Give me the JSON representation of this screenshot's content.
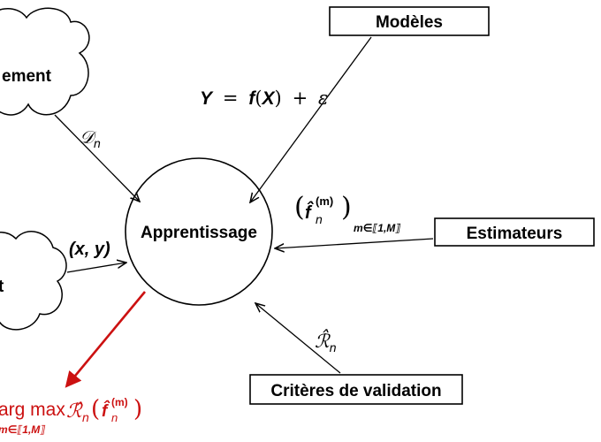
{
  "nodes": {
    "center": "Apprentissage",
    "models": "Modèles",
    "estimators": "Estimateurs",
    "criteria": "Critères de validation",
    "cloud_top_partial": "ement",
    "cloud_bottom_partial": "t"
  },
  "labels": {
    "model_eq_Y": "Y",
    "model_eq_eq": "=",
    "model_eq_f": "f",
    "model_eq_X": "X",
    "model_eq_plus": "+",
    "model_eq_eps": "ε",
    "data_D": "𝒟",
    "data_n": "n",
    "pair": "(x, y)",
    "est_f": "f̂",
    "est_n": "n",
    "est_m": "(m)",
    "est_index": "m∈⟦1,M⟧",
    "risk_R": "ℛ̂",
    "risk_n": "n",
    "output_prefix": "arg max",
    "output_R": "ℛ̂",
    "output_n": "n",
    "output_f": "f̂",
    "output_fn": "n",
    "output_fm": "(m)",
    "output_index": "m∈⟦1,M⟧"
  },
  "colors": {
    "ink": "#000000",
    "highlight": "#cc1111"
  }
}
